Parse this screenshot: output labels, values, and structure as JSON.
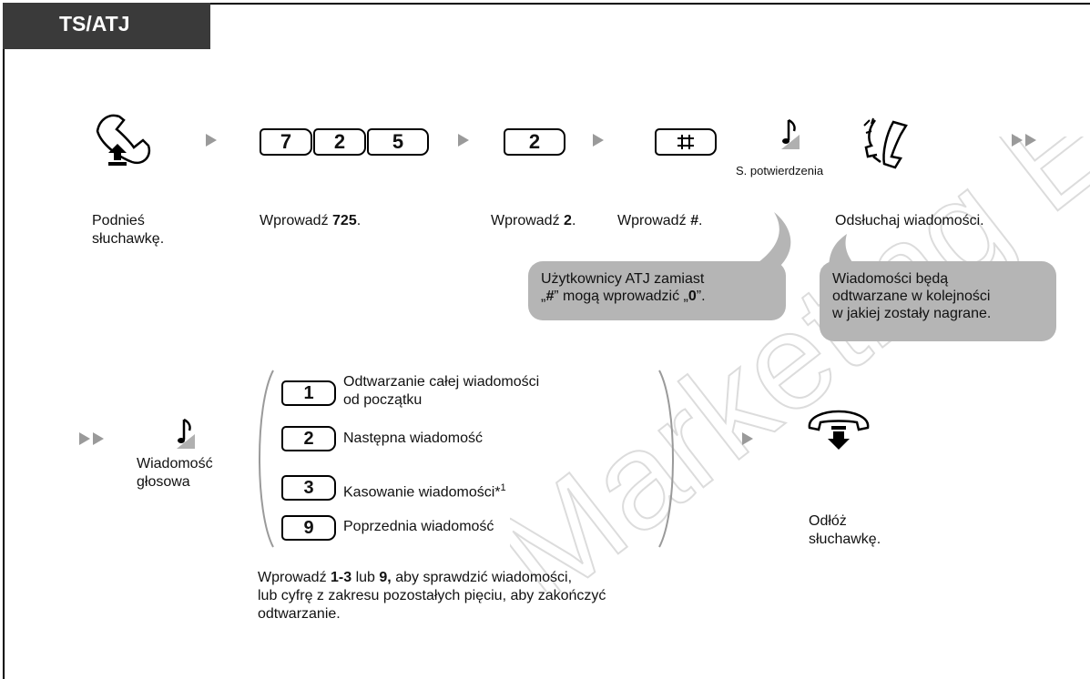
{
  "header": {
    "title": "TS/ATJ"
  },
  "step1": {
    "label_line1": "Podnieś",
    "label_line2": "słuchawkę."
  },
  "step2": {
    "keys": [
      "7",
      "2",
      "5"
    ],
    "label_prefix": "Wprowadź ",
    "label_bold": "725",
    "label_suffix": "."
  },
  "step3": {
    "key": "2",
    "label_prefix": "Wprowadź ",
    "label_bold": "2",
    "label_suffix": "."
  },
  "step4": {
    "label_prefix": "Wprowadź ",
    "label_bold": "#",
    "label_suffix": "."
  },
  "tone": {
    "label": "S. potwierdzenia"
  },
  "step5": {
    "label": "Odsłuchaj wiadomości."
  },
  "bubble_atj": {
    "line1": "Użytkownicy ATJ zamiast",
    "line2_a": "„",
    "line2_b": "#",
    "line2_c": "” mogą wprowadzić „",
    "line2_d": "0",
    "line2_e": "”."
  },
  "bubble_order": {
    "lines": [
      "Wiadomości będą",
      "odtwarzane w kolejności",
      "w jakiej zostały nagrane."
    ]
  },
  "voice": {
    "line1": "Wiadomość",
    "line2": "głosowa"
  },
  "options": [
    {
      "key": "1",
      "line1": "Odtwarzanie całej wiadomości",
      "line2": "od początku"
    },
    {
      "key": "2",
      "line1": "Następna wiadomość",
      "line2": ""
    },
    {
      "key": "3",
      "line1": "Kasowanie wiadomości*",
      "line2": "1"
    },
    {
      "key": "9",
      "line1": "Poprzednia wiadomość",
      "line2": ""
    }
  ],
  "hangup": {
    "line1": "Odłóż",
    "line2": "słuchawkę."
  },
  "note": {
    "p1": "Wprowadź ",
    "b1": "1-3",
    "p2": " lub ",
    "b2": "9,",
    "p3": " aby sprawdzić wiadomości,",
    "line2": "lub cyfrę z zakresu pozostałych pięciu, aby zakończyć",
    "line3": "odtwarzanie."
  },
  "watermark_text": "Marketing Europe"
}
